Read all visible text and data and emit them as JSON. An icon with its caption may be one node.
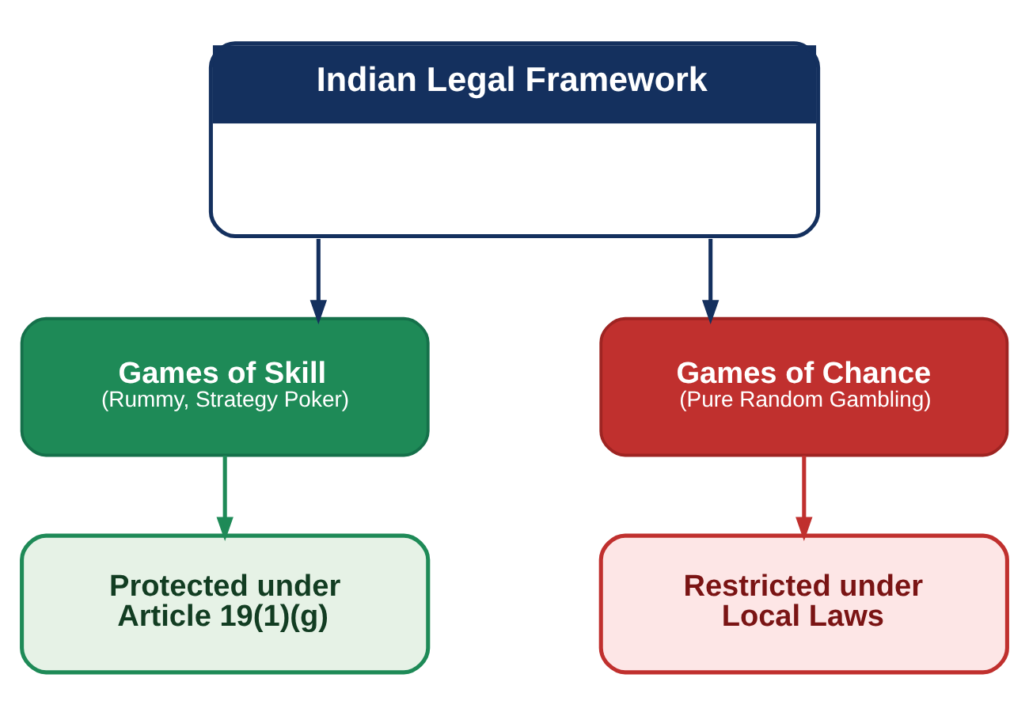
{
  "diagram": {
    "nodes": [
      {
        "text": [
          "Indian Legal Framework"
        ]
      },
      {
        "text": [
          "Games of Skill",
          "(Rummy, Strategy Poker)"
        ]
      },
      {
        "text": [
          "Games of Chance",
          "(Pure Random Gambling)"
        ]
      },
      {
        "text": [
          "Protected under Article 19(1)(g)"
        ]
      },
      {
        "text": [
          "Restricted under Local Laws"
        ]
      }
    ],
    "edges": [
      {
        "from": 0,
        "to": 1,
        "arrow": "to"
      },
      {
        "from": 0,
        "to": 2,
        "arrow": "to"
      },
      {
        "from": 1,
        "to": 3,
        "arrow": "to",
        "color": "#1e8a57"
      },
      {
        "from": 2,
        "to": 4,
        "arrow": "to",
        "color": "#c0302e"
      }
    ]
  }
}
